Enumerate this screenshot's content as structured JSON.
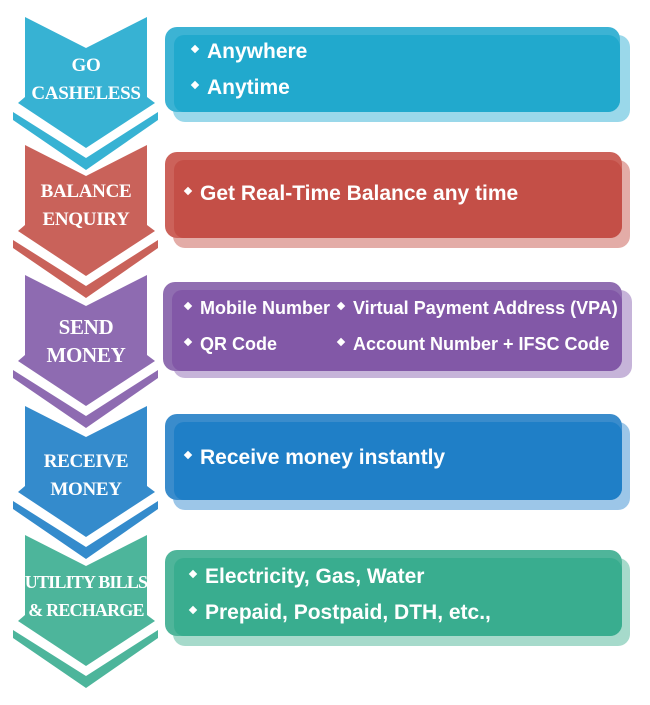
{
  "steps": [
    {
      "title_lines": [
        "GO",
        "CASHELESS"
      ],
      "bullets": [
        "Anywhere",
        "Anytime"
      ],
      "colors": {
        "arrow": "#37b2d3",
        "box_outer": "#3cb3d4",
        "box_inner": "#21a9cd",
        "shadow": "#9ad8ea"
      }
    },
    {
      "title_lines": [
        "BALANCE",
        "ENQUIRY"
      ],
      "bullets": [
        "Get Real-Time Balance any time"
      ],
      "colors": {
        "arrow": "#c9625a",
        "box_outer": "#cc625a",
        "box_inner": "#c44f47",
        "shadow": "#e3aca7"
      }
    },
    {
      "title_lines": [
        "SEND",
        "MONEY"
      ],
      "bullets": [
        "Mobile Number",
        "Virtual Payment Address (VPA)",
        "QR Code",
        "Account Number + IFSC Code"
      ],
      "colors": {
        "arrow": "#8e6bb1",
        "box_outer": "#906eb1",
        "box_inner": "#8258a7",
        "shadow": "#c6b4d9"
      }
    },
    {
      "title_lines": [
        "RECEIVE",
        "MONEY"
      ],
      "bullets": [
        "Receive money instantly"
      ],
      "colors": {
        "arrow": "#348bcc",
        "box_outer": "#3a8ccc",
        "box_inner": "#1f7fc7",
        "shadow": "#9cc6e8"
      }
    },
    {
      "title_lines": [
        "UTILITY BILLS",
        "& RECHARGE"
      ],
      "bullets": [
        "Electricity, Gas, Water",
        "Prepaid, Postpaid, DTH, etc.,"
      ],
      "colors": {
        "arrow": "#4db59b",
        "box_outer": "#4fb59a",
        "box_inner": "#39ad8f",
        "shadow": "#a6dacb"
      }
    }
  ]
}
